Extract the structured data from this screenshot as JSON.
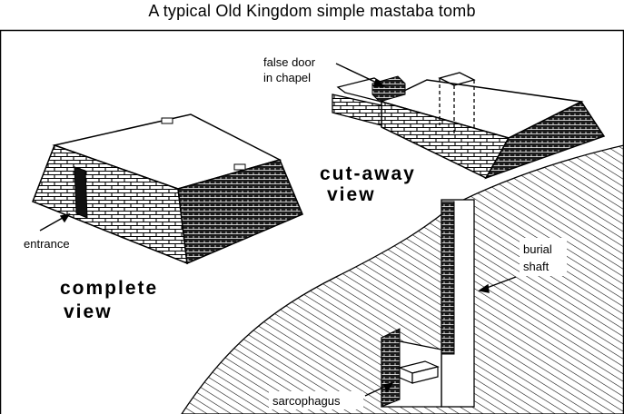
{
  "title": "A typical Old Kingdom simple mastaba tomb",
  "labels": {
    "false_door_line1": "false door",
    "false_door_line2": "in chapel",
    "cutaway_line1": "cut-away",
    "cutaway_line2": "view",
    "entrance": "entrance",
    "complete_line1": "complete",
    "complete_line2": "view",
    "burial_line1": "burial",
    "burial_line2": "shaft",
    "sarcophagus": "sarcophagus"
  },
  "colors": {
    "ink": "#000000",
    "paper": "#ffffff"
  }
}
